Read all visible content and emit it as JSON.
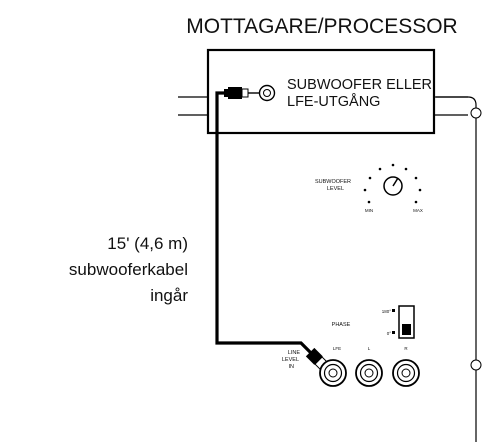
{
  "receiver": {
    "title": "MOTTAGARE/PROCESSOR",
    "output_line1": "SUBWOOFER ELLER",
    "output_line2": "LFE-UTGÅNG"
  },
  "cable_note": {
    "line1": "15' (4,6 m)",
    "line2": "subwooferkabel",
    "line3": "ingår"
  },
  "subwoofer_panel": {
    "level_label_line1": "SUBWOOFER",
    "level_label_line2": "LEVEL",
    "knob_min": "MIN",
    "knob_max": "MAX",
    "phase_label": "PHASE",
    "phase_180": "180°",
    "phase_0": "0°",
    "line_level_in_1": "LINE",
    "line_level_in_2": "LEVEL",
    "line_level_in_3": "IN",
    "jack_lfe": "LFE",
    "jack_l": "L",
    "jack_r": "R"
  }
}
